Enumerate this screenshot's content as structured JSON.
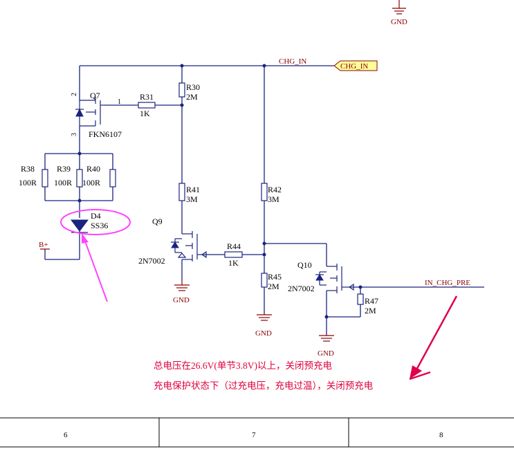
{
  "nets": {
    "chg_in_label": "CHG_IN",
    "chg_in_port": "CHG_IN",
    "in_chg_pre": "IN_CHG_PRE",
    "b_plus": "B+",
    "gnd": "GND"
  },
  "components": {
    "q7": {
      "ref": "Q7",
      "value": "FKN6107",
      "pin_gate": "1",
      "pin_drain": "2",
      "pin_source": "3"
    },
    "r31": {
      "ref": "R31",
      "value": "1K"
    },
    "r30": {
      "ref": "R30",
      "value": "2M"
    },
    "r38": {
      "ref": "R38",
      "value": "100R"
    },
    "r39": {
      "ref": "R39",
      "value": "100R"
    },
    "r40": {
      "ref": "R40",
      "value": "100R"
    },
    "d4": {
      "ref": "D4",
      "value": "SS36"
    },
    "r41": {
      "ref": "R41",
      "value": "3M"
    },
    "q9": {
      "ref": "Q9",
      "value": "2N7002"
    },
    "r44": {
      "ref": "R44",
      "value": "1K"
    },
    "r42": {
      "ref": "R42",
      "value": "3M"
    },
    "r45": {
      "ref": "R45",
      "value": "2M"
    },
    "q10": {
      "ref": "Q10",
      "value": "2N7002"
    },
    "r47": {
      "ref": "R47",
      "value": "2M"
    }
  },
  "annotations": {
    "note1": "总电压在26.6V(单节3.8V)以上，关闭预充电",
    "note2": "充电保护状态下（过充电压，充电过温），关闭预充电"
  },
  "title_block": {
    "columns": [
      "6",
      "7",
      "8"
    ]
  },
  "colors": {
    "wire": "#1a237e",
    "net_label": "#8b0000",
    "annotation": "#e0003c",
    "highlight": "#ff44ff",
    "port_fill": "#ffff99"
  }
}
